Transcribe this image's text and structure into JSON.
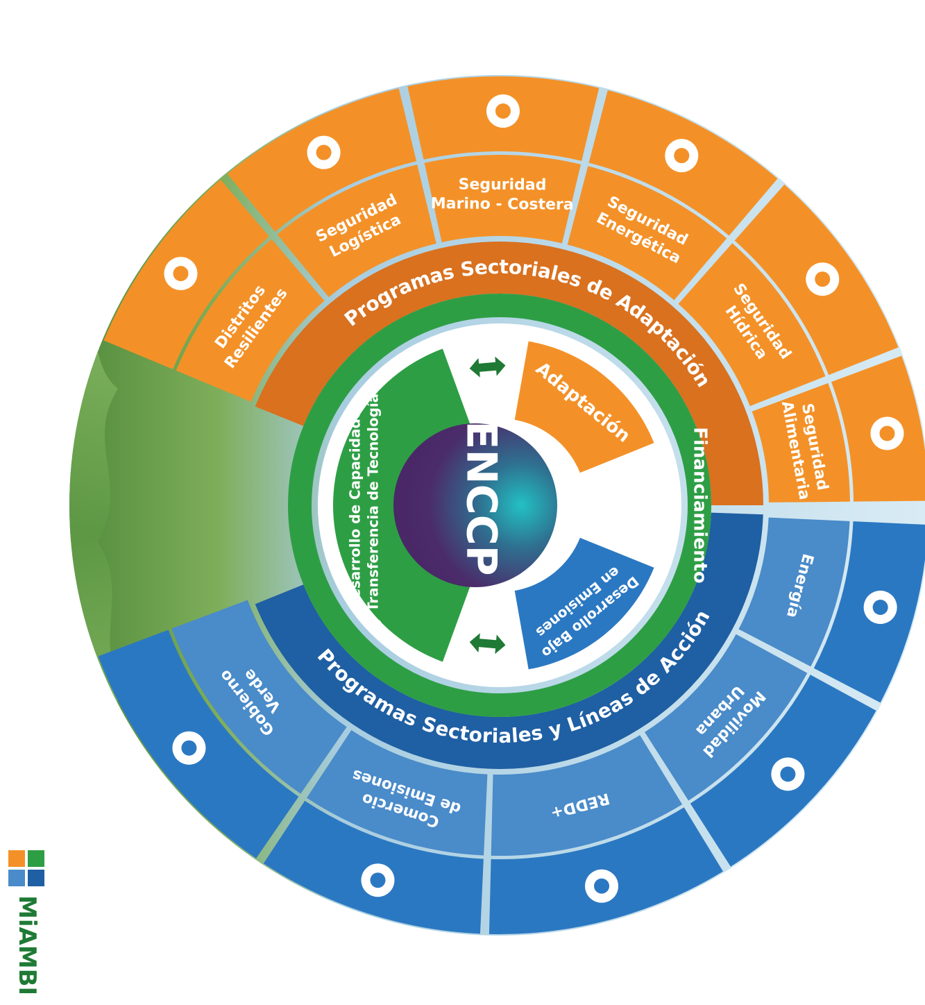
{
  "center": {
    "label": "ENCCP"
  },
  "pillars": {
    "adaptation": "Adaptación",
    "low_emissions": [
      "Desarrollo Bajo",
      "en Emisiones"
    ],
    "capacity": [
      "Desarrollo de Capacidades",
      "y Transferencia de Tecnologías"
    ],
    "financing": "Financiamiento"
  },
  "adaptation_ring_label": "Programas Sectoriales de Adaptación",
  "mitigation_ring_label": "Programas Sectoriales y Líneas de Acción",
  "adaptation_sectors": [
    {
      "lines": [
        "Distritos",
        "Resilientes"
      ],
      "icon": "tree-icon"
    },
    {
      "lines": [
        "Seguridad",
        "Logística"
      ],
      "icon": "truck-icon"
    },
    {
      "lines": [
        "Seguridad",
        "Marino - Costera"
      ],
      "icon": "shell-icon"
    },
    {
      "lines": [
        "Seguridad",
        "Energética"
      ],
      "icon": "lightning-icon"
    },
    {
      "lines": [
        "Seguridad",
        "Hídrica"
      ],
      "icon": "water-tap-icon"
    },
    {
      "lines": [
        "Seguridad",
        "Alimentaria"
      ],
      "icon": "plant-icon"
    }
  ],
  "mitigation_sectors": [
    {
      "lines": [
        "Energía"
      ],
      "icon": "wind-turbine-icon"
    },
    {
      "lines": [
        "Movilidad",
        "Urbana"
      ],
      "icon": "car-icon"
    },
    {
      "lines": [
        "REDD+"
      ],
      "icon": "forest-icon"
    },
    {
      "lines": [
        "Comercio",
        "de Emisiones"
      ],
      "icon": "factory-icon"
    },
    {
      "lines": [
        "Gobierno",
        "Verde"
      ],
      "icon": "globe-icon"
    }
  ],
  "logo": {
    "text": "MiAMBI"
  },
  "colors": {
    "orange": "#f39128",
    "orange_dark": "#d9711f",
    "blue": "#2b78c2",
    "blue_light": "#4a8bc9",
    "blue_dark": "#1f5fa3",
    "green": "#2e9e45",
    "green_dark": "#1f7a35",
    "purple": "#4a2a6a",
    "teal": "#1fb3b8",
    "separator": "#b3d7ea"
  }
}
